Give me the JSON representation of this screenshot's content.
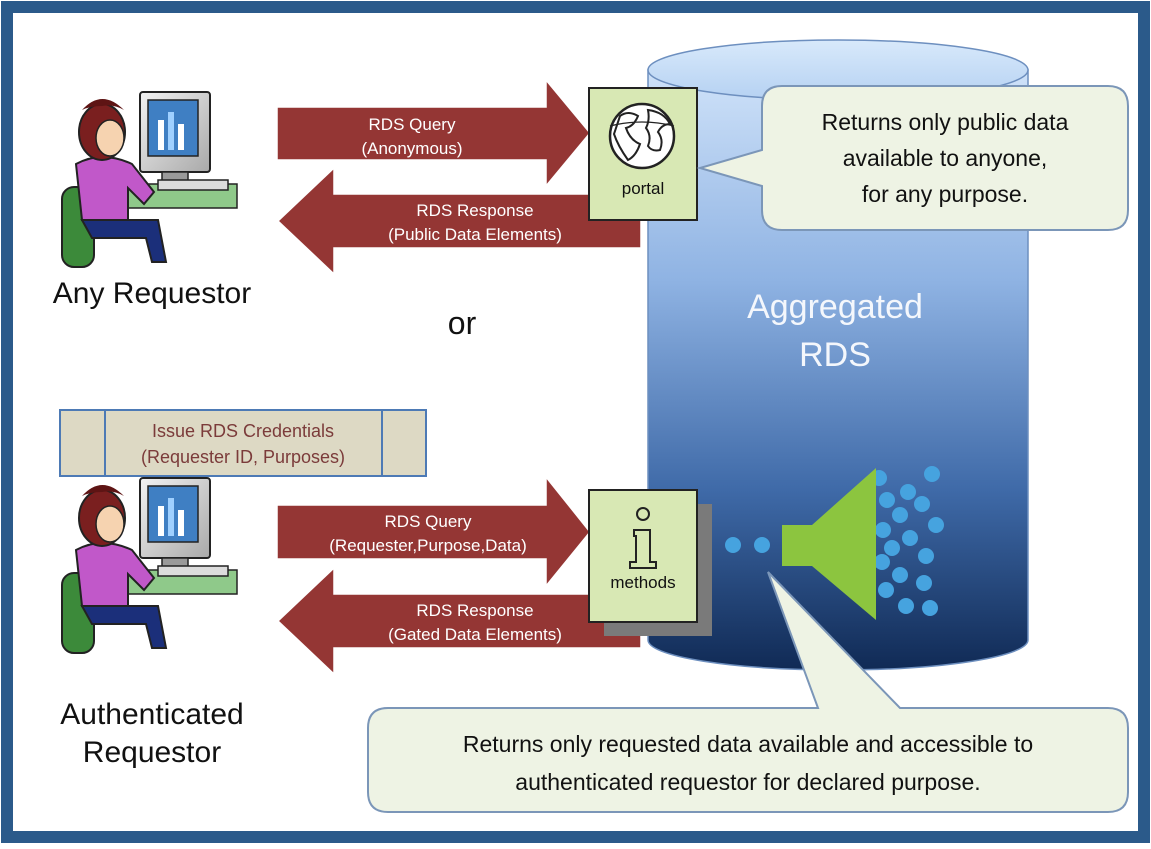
{
  "requestors": {
    "any": {
      "label": "Any Requestor"
    },
    "authenticated": {
      "label_line1": "Authenticated",
      "label_line2": "Requestor"
    }
  },
  "or_label": "or",
  "credentials_box": {
    "line1": "Issue RDS Credentials",
    "line2": "(Requester ID, Purposes)"
  },
  "flows": {
    "query_anonymous": {
      "line1": "RDS Query",
      "line2": "(Anonymous)"
    },
    "response_public": {
      "line1": "RDS Response",
      "line2": "(Public Data Elements)"
    },
    "query_authenticated": {
      "line1": "RDS Query",
      "line2": "(Requester,Purpose,Data)"
    },
    "response_gated": {
      "line1": "RDS Response",
      "line2": "(Gated Data Elements)"
    }
  },
  "portal": {
    "label": "portal",
    "icon": "globe-icon"
  },
  "methods": {
    "label": "methods",
    "icon": "info-icon"
  },
  "database": {
    "line1": "Aggregated",
    "line2": "RDS"
  },
  "callouts": {
    "public": {
      "line1": "Returns only public data",
      "line2": "available to anyone,",
      "line3": "for any purpose."
    },
    "gated": {
      "line1": "Returns only requested data available and accessible to",
      "line2": "authenticated requestor for declared purpose."
    }
  },
  "colors": {
    "frame": "#2b5a8a",
    "arrow": "#943634",
    "cylinder_top": "#c6dcf7",
    "cylinder_bottom": "#102a55",
    "callout_fill": "#eef3e4",
    "box_fill": "#d8e8b4",
    "funnel": "#8cc53f",
    "dots": "#46a3df",
    "credentials_fill": "#ddd9c4",
    "credentials_text": "#7b3b3a"
  }
}
